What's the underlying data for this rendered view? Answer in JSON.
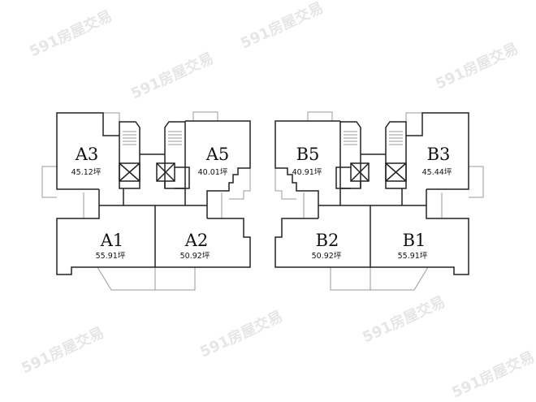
{
  "watermark": "591房屋交易",
  "left_building": {
    "units": [
      {
        "id": "A3",
        "area": "45.12坪"
      },
      {
        "id": "A5",
        "area": "40.01坪"
      },
      {
        "id": "A1",
        "area": "55.91坪"
      },
      {
        "id": "A2",
        "area": "50.92坪"
      }
    ]
  },
  "right_building": {
    "units": [
      {
        "id": "B5",
        "area": "40.91坪"
      },
      {
        "id": "B3",
        "area": "45.44坪"
      },
      {
        "id": "B2",
        "area": "50.92坪"
      },
      {
        "id": "B1",
        "area": "55.91坪"
      }
    ]
  }
}
